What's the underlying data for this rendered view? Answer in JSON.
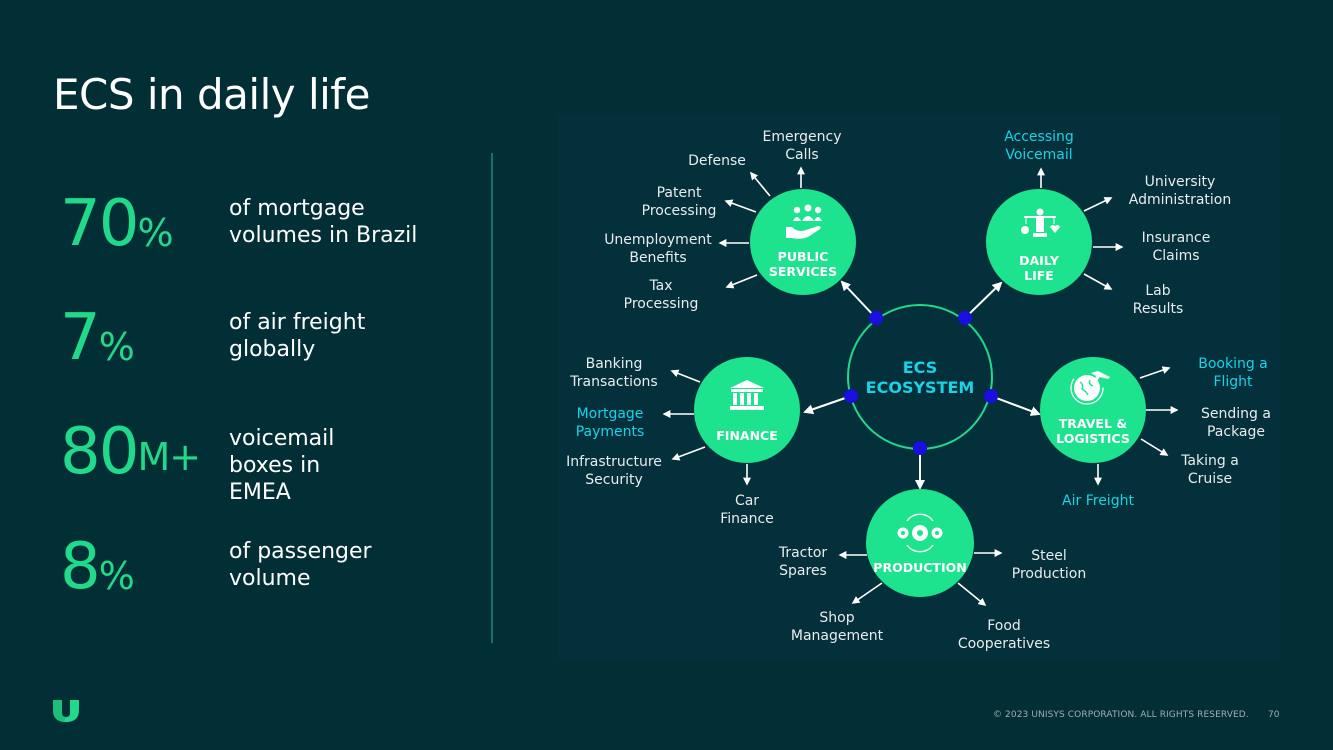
{
  "slide": {
    "title": "ECS in daily life",
    "page_number": "70",
    "copyright": "© 2023 UNISYS CORPORATION. ALL RIGHTS RESERVED."
  },
  "stats": [
    {
      "value": "70",
      "unit": "%",
      "description": "of mortgage\nvolumes in Brazil"
    },
    {
      "value": "7",
      "unit": "%",
      "description": "of air freight\nglobally"
    },
    {
      "value": "80",
      "unit": "M+",
      "description": "voicemail\nboxes in\nEMEA"
    },
    {
      "value": "8",
      "unit": "%",
      "description": "of passenger\nvolume"
    }
  ],
  "colors": {
    "background": "#022f36",
    "accent_green": "#21d98a",
    "hub_green": "#1de38f",
    "highlight_cyan": "#19d3e6",
    "connector_blue": "#1a0fe0"
  },
  "diagram": {
    "center": {
      "label": "ECS\nECOSYSTEM"
    },
    "hubs": [
      {
        "id": "public-services",
        "label": "PUBLIC\nSERVICES",
        "icon": "people-hand-icon",
        "leaves": [
          {
            "label": "Emergency\nCalls",
            "highlight": false
          },
          {
            "label": "Defense",
            "highlight": false
          },
          {
            "label": "Patent\nProcessing",
            "highlight": false
          },
          {
            "label": "Unemployment\nBenefits",
            "highlight": false
          },
          {
            "label": "Tax\nProcessing",
            "highlight": false
          }
        ]
      },
      {
        "id": "daily-life",
        "label": "DAILY\nLIFE",
        "icon": "balance-person-icon",
        "leaves": [
          {
            "label": "Accessing\nVoicemail",
            "highlight": true
          },
          {
            "label": "University\nAdministration",
            "highlight": false
          },
          {
            "label": "Insurance\nClaims",
            "highlight": false
          },
          {
            "label": "Lab\nResults",
            "highlight": false
          }
        ]
      },
      {
        "id": "finance",
        "label": "FINANCE",
        "icon": "bank-icon",
        "leaves": [
          {
            "label": "Banking\nTransactions",
            "highlight": false
          },
          {
            "label": "Mortgage\nPayments",
            "highlight": true
          },
          {
            "label": "Infrastructure\nSecurity",
            "highlight": false
          },
          {
            "label": "Car\nFinance",
            "highlight": false
          }
        ]
      },
      {
        "id": "travel-logistics",
        "label": "TRAVEL &\nLOGISTICS",
        "icon": "globe-plane-icon",
        "leaves": [
          {
            "label": "Booking a\nFlight",
            "highlight": true
          },
          {
            "label": "Sending a\nPackage",
            "highlight": false
          },
          {
            "label": "Taking a\nCruise",
            "highlight": false
          },
          {
            "label": "Air Freight",
            "highlight": true
          }
        ]
      },
      {
        "id": "production",
        "label": "PRODUCTION",
        "icon": "gears-cycle-icon",
        "leaves": [
          {
            "label": "Tractor\nSpares",
            "highlight": false
          },
          {
            "label": "Steel\nProduction",
            "highlight": false
          },
          {
            "label": "Shop\nManagement",
            "highlight": false
          },
          {
            "label": "Food\nCooperatives",
            "highlight": false
          }
        ]
      }
    ]
  }
}
